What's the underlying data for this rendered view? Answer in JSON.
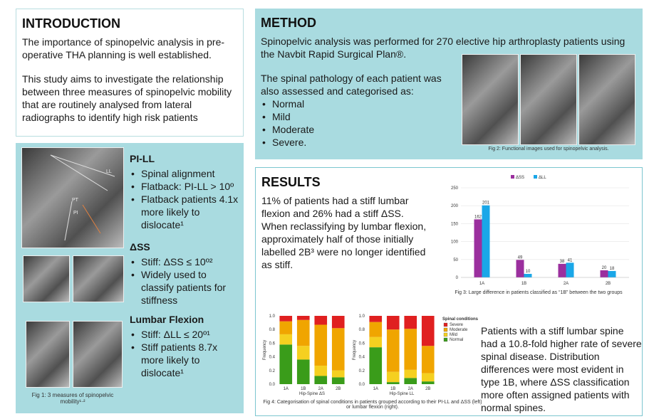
{
  "intro": {
    "title": "INTRODUCTION",
    "para1": "The importance of spinopelvic analysis in pre-operative THA planning is well established.",
    "para2": "This study aims to investigate the relationship between three measures of spinopelvic mobility that are routinely analysed from lateral radiographs to identify high risk patients"
  },
  "measures": {
    "pill": {
      "title": "PI-LL",
      "items": [
        "Spinal alignment",
        "Flatback: PI-LL > 10º",
        "Flatback patients 4.1x more likely to dislocate¹"
      ]
    },
    "dss": {
      "title": "ΔSS",
      "items": [
        "Stiff: ΔSS ≤ 10º²",
        "Widely used to classify patients for stiffness"
      ]
    },
    "lumbar": {
      "title": "Lumbar Flexion",
      "items": [
        "Stiff: ΔLL ≤ 20º¹",
        "Stiff patients 8.7x more likely to dislocate¹"
      ]
    },
    "fig1_caption": "Fig 1: 3 measures of spinopelvic mobility¹·²",
    "xray_labels": {
      "ll": "LL",
      "pi": "PI",
      "pt": "PT"
    }
  },
  "method": {
    "title": "METHOD",
    "para1": "Spinopelvic analysis was performed for 270 elective hip arthroplasty patients using the Navbit Rapid Surgical Plan®.",
    "para2": "The spinal pathology of each patient was also assessed and categorised as:",
    "categories": [
      "Normal",
      "Mild",
      "Moderate",
      "Severe."
    ],
    "fig2_caption": "Fig 2: Functional images used for spinopelvic analysis."
  },
  "results": {
    "title": "RESULTS",
    "para1": "11% of patients had a stiff lumbar flexion and 26% had a stiff ΔSS. When reclassifying by lumbar flexion, approximately half of those initially labelled 2B³ were no longer identified as stiff.",
    "para2": "Patients with a stiff lumbar spine had a 10.8-fold higher rate of severe spinal disease. Distribution differences were most evident in type 1B, where ΔSS classification more often assigned patients with normal spines.",
    "fig3_caption": "Fig 3: Large difference in patients classified as “1B” between the two groups",
    "fig4_caption": "Fig 4: Categorisation of spinal conditions in patients grouped according to their PI-LL and ΔSS (left) or lumbar flexion (right)."
  },
  "chart_data": [
    {
      "type": "bar",
      "title": "",
      "categories": [
        "1A",
        "1B",
        "2A",
        "2B"
      ],
      "series": [
        {
          "name": "ΔSS",
          "values": [
            162,
            49,
            38,
            20
          ],
          "color": "#9b2f9e"
        },
        {
          "name": "ΔLL",
          "values": [
            201,
            10,
            41,
            18
          ],
          "color": "#1aa7e8"
        }
      ],
      "ylim": [
        0,
        250
      ],
      "yticks": [
        0,
        50,
        100,
        150,
        200,
        250
      ],
      "legend": "top"
    },
    {
      "type": "bar",
      "stacked": true,
      "xlabel": "Hip-Spine ΔS",
      "ylabel": "Frequency",
      "categories": [
        "1A",
        "1B",
        "2A",
        "2B"
      ],
      "ylim": [
        0,
        1.0
      ],
      "yticks": [
        "0.0",
        "0.2",
        "0.4",
        "0.6",
        "0.8",
        "1.0"
      ],
      "series": [
        {
          "name": "Normal",
          "values": [
            0.58,
            0.36,
            0.12,
            0.1
          ]
        },
        {
          "name": "Mild",
          "values": [
            0.15,
            0.2,
            0.15,
            0.1
          ]
        },
        {
          "name": "Moderate",
          "values": [
            0.19,
            0.38,
            0.6,
            0.62
          ]
        },
        {
          "name": "Severe",
          "values": [
            0.08,
            0.06,
            0.13,
            0.18
          ]
        }
      ]
    },
    {
      "type": "bar",
      "stacked": true,
      "xlabel": "Hip-Spine LL",
      "ylabel": "Frequency",
      "categories": [
        "1A",
        "1B",
        "2A",
        "2B"
      ],
      "ylim": [
        0,
        1.0
      ],
      "yticks": [
        "0.0",
        "0.2",
        "0.4",
        "0.6",
        "0.8",
        "1.0"
      ],
      "series": [
        {
          "name": "Normal",
          "values": [
            0.54,
            0.03,
            0.09,
            0.04
          ]
        },
        {
          "name": "Mild",
          "values": [
            0.15,
            0.15,
            0.12,
            0.12
          ]
        },
        {
          "name": "Moderate",
          "values": [
            0.22,
            0.62,
            0.6,
            0.4
          ]
        },
        {
          "name": "Severe",
          "values": [
            0.09,
            0.2,
            0.19,
            0.44
          ]
        }
      ],
      "legend_title": "Spinal conditions",
      "legend": "right"
    }
  ],
  "colors": {
    "teal_panel": "#a9dbe0",
    "severe": "#e02020",
    "moderate": "#f0a500",
    "mild": "#f5d020",
    "normal": "#3a9c1a"
  }
}
